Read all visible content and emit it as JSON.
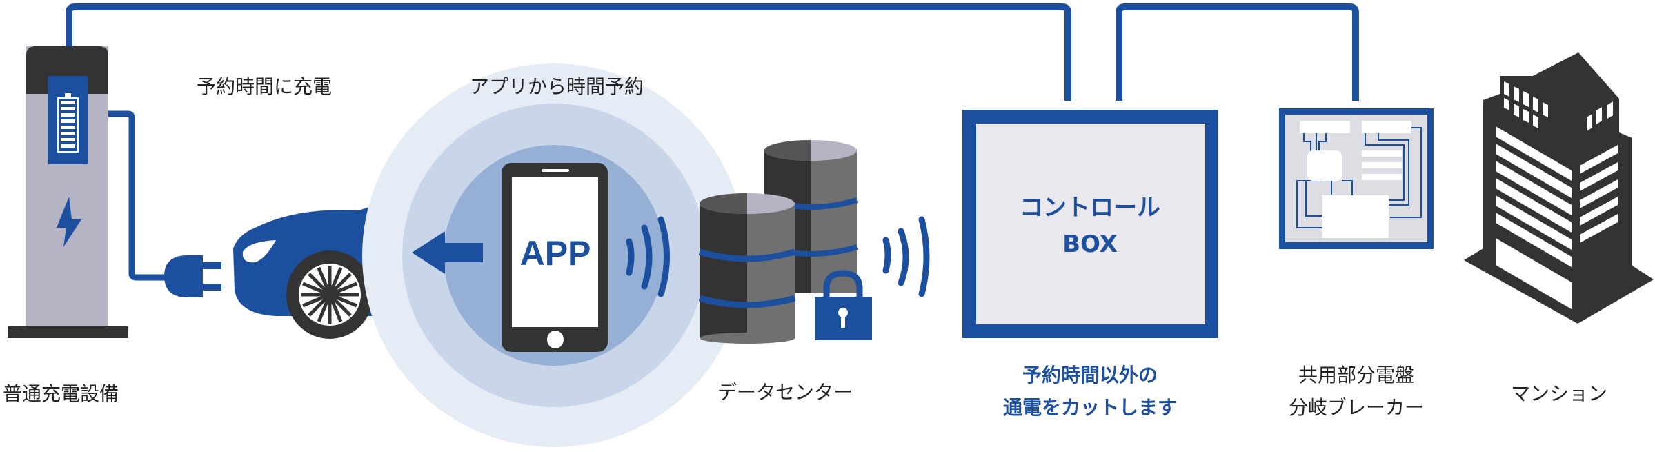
{
  "labels": {
    "charging_station": "普通充電設備",
    "charge_at_reserved_time": "予約時間に充電",
    "reserve_from_app": "アプリから時間予約",
    "app": "APP",
    "data_center": "データセンター",
    "control_box_line1": "コントロール",
    "control_box_line2": "BOX",
    "cut_power_line1": "予約時間以外の",
    "cut_power_line2": "通電をカットします",
    "breaker_line1": "共用部分電盤",
    "breaker_line2": "分岐ブレーカー",
    "mansion": "マンション"
  },
  "icons": [
    "charging-station-icon",
    "battery-icon",
    "lightning-icon",
    "plug-icon",
    "car-icon",
    "arrow-left-icon",
    "smartphone-icon",
    "wireless-signal-icon",
    "database-icon",
    "lock-icon",
    "control-box-icon",
    "breaker-panel-icon",
    "building-icon"
  ],
  "colors": {
    "accent": "#1d4f9f",
    "dark": "#333333",
    "gray": "#b5b4c4",
    "ring_outer": "#e6ecf5",
    "ring_mid": "#c9d5e8",
    "ring_inner": "#95afd5",
    "panel": "#e8e8ee"
  }
}
